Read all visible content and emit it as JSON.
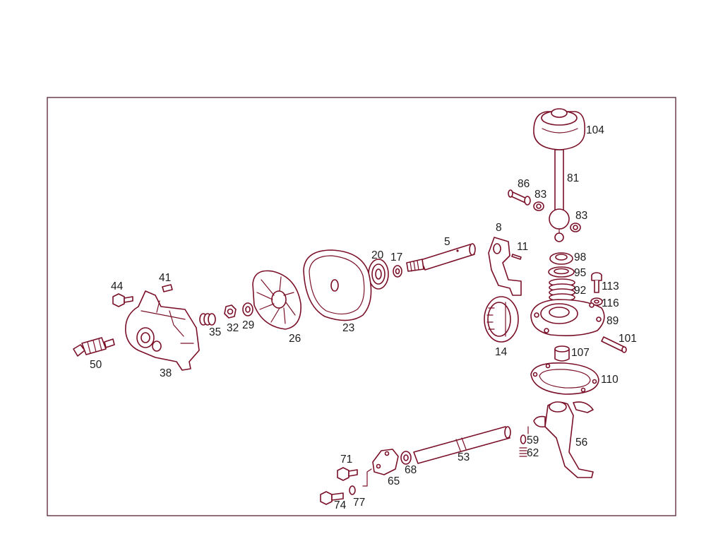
{
  "diagram": {
    "callouts": [
      {
        "id": "c104",
        "text": "104"
      },
      {
        "id": "c81",
        "text": "81"
      },
      {
        "id": "c86",
        "text": "86"
      },
      {
        "id": "c83a",
        "text": "83"
      },
      {
        "id": "c83b",
        "text": "83"
      },
      {
        "id": "c5",
        "text": "5"
      },
      {
        "id": "c8",
        "text": "8"
      },
      {
        "id": "c11",
        "text": "11"
      },
      {
        "id": "c20",
        "text": "20"
      },
      {
        "id": "c17",
        "text": "17"
      },
      {
        "id": "c98",
        "text": "98"
      },
      {
        "id": "c95",
        "text": "95"
      },
      {
        "id": "c92",
        "text": "92"
      },
      {
        "id": "c113",
        "text": "113"
      },
      {
        "id": "c116",
        "text": "116"
      },
      {
        "id": "c89",
        "text": "89"
      },
      {
        "id": "c101",
        "text": "101"
      },
      {
        "id": "c107",
        "text": "107"
      },
      {
        "id": "c110",
        "text": "110"
      },
      {
        "id": "c14",
        "text": "14"
      },
      {
        "id": "c23",
        "text": "23"
      },
      {
        "id": "c26",
        "text": "26"
      },
      {
        "id": "c29",
        "text": "29"
      },
      {
        "id": "c32",
        "text": "32"
      },
      {
        "id": "c35",
        "text": "35"
      },
      {
        "id": "c41",
        "text": "41"
      },
      {
        "id": "c44",
        "text": "44"
      },
      {
        "id": "c38",
        "text": "38"
      },
      {
        "id": "c50",
        "text": "50"
      },
      {
        "id": "c56",
        "text": "56"
      },
      {
        "id": "c59",
        "text": "59"
      },
      {
        "id": "c62",
        "text": "62"
      },
      {
        "id": "c53",
        "text": "53"
      },
      {
        "id": "c68",
        "text": "68"
      },
      {
        "id": "c65",
        "text": "65"
      },
      {
        "id": "c71",
        "text": "71"
      },
      {
        "id": "c74",
        "text": "74"
      },
      {
        "id": "c77",
        "text": "77"
      }
    ]
  }
}
